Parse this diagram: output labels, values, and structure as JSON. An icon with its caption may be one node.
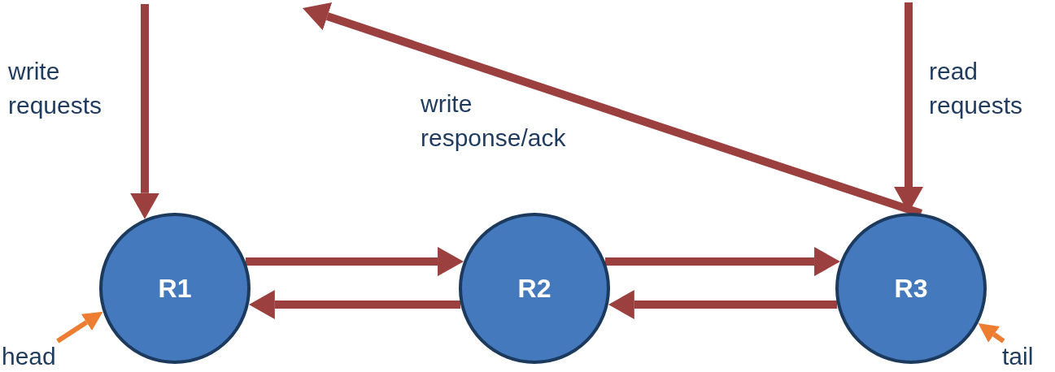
{
  "diagram": {
    "nodes": [
      {
        "text": [
          "R1"
        ]
      },
      {
        "text": [
          "R2"
        ]
      },
      {
        "text": [
          "R3"
        ]
      },
      {
        "text": [
          "head"
        ]
      },
      {
        "text": [
          "tail"
        ]
      }
    ],
    "edges": [
      {
        "from": null,
        "to": 0,
        "arrow": "to",
        "label": "write requests"
      },
      {
        "from": 2,
        "to": null,
        "arrow": "to",
        "label": "write response/ack"
      },
      {
        "from": null,
        "to": 2,
        "arrow": "to",
        "label": "read requests"
      },
      {
        "from": 0,
        "to": 1,
        "arrow": "to"
      },
      {
        "from": 1,
        "to": 0,
        "arrow": "to"
      },
      {
        "from": 1,
        "to": 2,
        "arrow": "to"
      },
      {
        "from": 2,
        "to": 1,
        "arrow": "to"
      },
      {
        "from": 3,
        "to": 0,
        "arrow": "to",
        "color": "#ed7d31"
      },
      {
        "from": 4,
        "to": 2,
        "arrow": "to",
        "color": "#ed7d31"
      }
    ]
  }
}
